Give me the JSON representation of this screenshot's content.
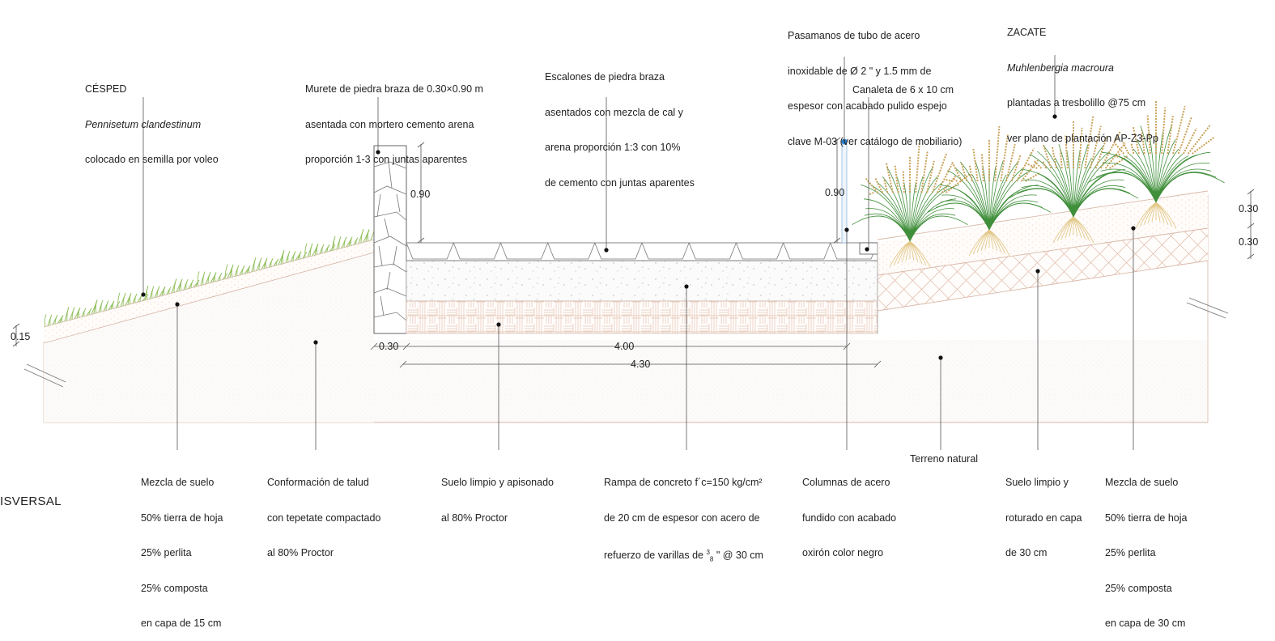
{
  "title": "ISVERSAL",
  "labels": {
    "cesped": {
      "name": "CÉSPED",
      "species": "Pennisetum clandestinum",
      "desc": "colocado en semilla por voleo"
    },
    "murete": {
      "lines": [
        "Murete de piedra braza de 0.30×0.90 m",
        "asentada con mortero cemento arena",
        "proporción 1-3 con juntas aparentes"
      ]
    },
    "escalones": {
      "lines": [
        "Escalones de piedra braza",
        "asentados con mezcla de cal y",
        "arena proporción 1:3 con 10%",
        "de cemento con juntas aparentes"
      ]
    },
    "pasamanos": {
      "lines": [
        "Pasamanos de tubo de acero",
        "inoxidable de Ø 2 \" y 1.5 mm de",
        "espesor con acabado pulido espejo",
        "clave M-03 (ver catálogo de mobiliario)"
      ]
    },
    "canaleta": {
      "text": "Canaleta de 6 x 10 cm"
    },
    "zacate": {
      "name": "ZACATE",
      "species": "Muhlenbergia macroura",
      "lines": [
        "plantadas a tresbolillo @75 cm",
        "ver plano de plantación AP-Z3-Pp"
      ]
    },
    "mezcla_left": {
      "lines": [
        "Mezcla de suelo",
        "50% tierra de hoja",
        "25% perlita",
        "25% composta",
        "en capa de 15 cm"
      ]
    },
    "talud": {
      "lines": [
        "Conformación de talud",
        "con tepetate compactado",
        "al 80% Proctor"
      ]
    },
    "suelo_limpio": {
      "lines": [
        "Suelo limpio y apisonado",
        "al 80% Proctor"
      ]
    },
    "rampa": {
      "lines": [
        "Rampa de concreto f´c=150 kg/cm²",
        "de 20 cm de espesor con acero de"
      ],
      "last_prefix": "refuerzo de varillas de ",
      "frac_num": "3",
      "frac_den": "8",
      "last_suffix": " \" @ 30 cm"
    },
    "columnas": {
      "lines": [
        "Columnas de acero",
        "fundido con acabado",
        "oxirón color negro"
      ]
    },
    "terreno": {
      "text": "Terreno natural"
    },
    "suelo_roturado": {
      "lines": [
        "Suelo limpio y",
        "roturado en capa",
        "de 30 cm"
      ]
    },
    "mezcla_right": {
      "lines": [
        "Mezcla de suelo",
        "50% tierra de hoja",
        "25% perlita",
        "25% composta",
        "en capa de 30 cm"
      ]
    }
  },
  "dimensions": {
    "left_layer": "0.15",
    "wall_height": "0.90",
    "rail_height": "0.90",
    "wall_width": "0.30",
    "ramp_width": "4.00",
    "total_width": "4.30",
    "right_top": "0.30",
    "right_bottom": "0.30"
  },
  "colors": {
    "grass": "#8fbf5a",
    "soil_line": "#d9b8a8",
    "zacate_leaf": "#3f8f3a",
    "zacate_seed": "#c9a25a",
    "roots": "#e3c98a",
    "rail": "#2a7fd1"
  }
}
